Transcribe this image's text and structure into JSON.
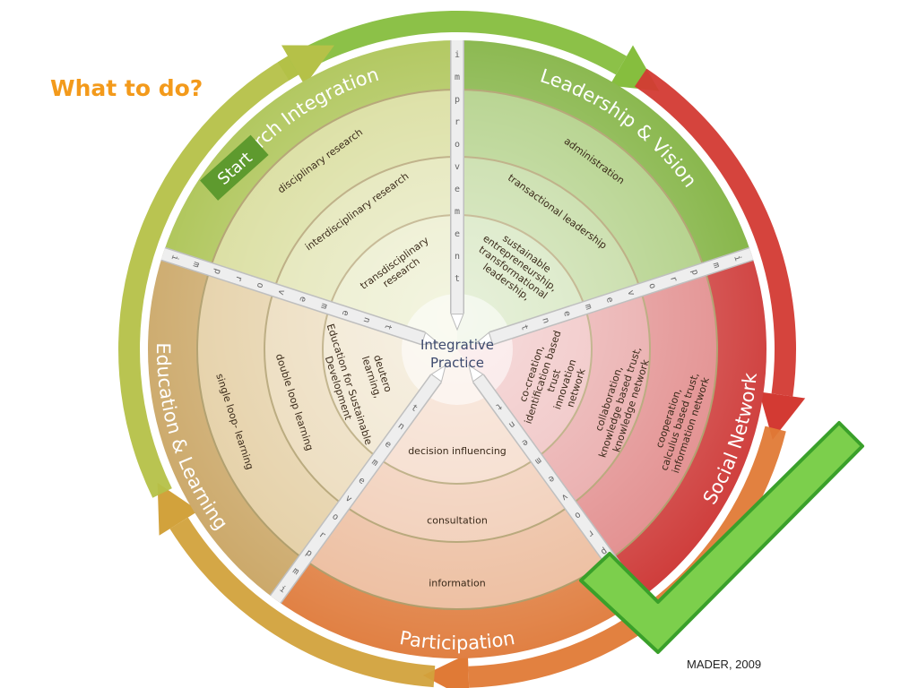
{
  "title": "What to do?",
  "credit": "MADER, 2009",
  "center": [
    "Integrative",
    "Practice"
  ],
  "start_label": "Start",
  "spoke_label": "improvement",
  "sectors": [
    {
      "name": "Leadership & Vision",
      "base_color": "#8ab84a",
      "outer_color": "#7aae36",
      "rings": [
        [
          "sustainable",
          "entrepreneurship,",
          "transformational",
          "leadership,"
        ],
        [
          "transactional leadership"
        ],
        [
          "administration"
        ]
      ]
    },
    {
      "name": "Social Network",
      "base_color": "#d45858",
      "outer_color": "#cc3230",
      "rings": [
        [
          "co-creation,",
          "identification based",
          "trust",
          "innovation",
          "network"
        ],
        [
          "collaboration,",
          "knowledge based trust,",
          "knowledge network"
        ],
        [
          "cooperation,",
          "calculus based trust,",
          "information network"
        ]
      ]
    },
    {
      "name": "Participation",
      "base_color": "#e4a074",
      "outer_color": "#df7a3a",
      "rings": [
        [
          "decision influencing"
        ],
        [
          "consultation"
        ],
        [
          "information"
        ]
      ]
    },
    {
      "name": "Education & Learning",
      "base_color": "#d8b97c",
      "outer_color": "#c9a462",
      "rings": [
        [
          "deutero",
          "learning,",
          "",
          "Education for Sustainable",
          "Development"
        ],
        [
          "double loop learning"
        ],
        [
          "single loop- learning"
        ]
      ]
    },
    {
      "name": "Research Integration",
      "base_color": "#c6cc6c",
      "outer_color": "#a7c04a",
      "rings": [
        [
          "transdisciplinary",
          "research"
        ],
        [
          "interdisciplinary research"
        ],
        [
          "disciplinary research"
        ]
      ]
    }
  ],
  "colors": {
    "title": "#f39a1b",
    "ring_line": "#a59158",
    "spoke": "#eeeeee",
    "check_fill": "#7ccf4c",
    "check_stroke": "#3aa02a",
    "arrow_green": "#86be3e",
    "arrow_red": "#d33a33",
    "arrow_orange": "#e07a36",
    "arrow_gold": "#d2a23c",
    "arrow_olive": "#b5c148"
  }
}
